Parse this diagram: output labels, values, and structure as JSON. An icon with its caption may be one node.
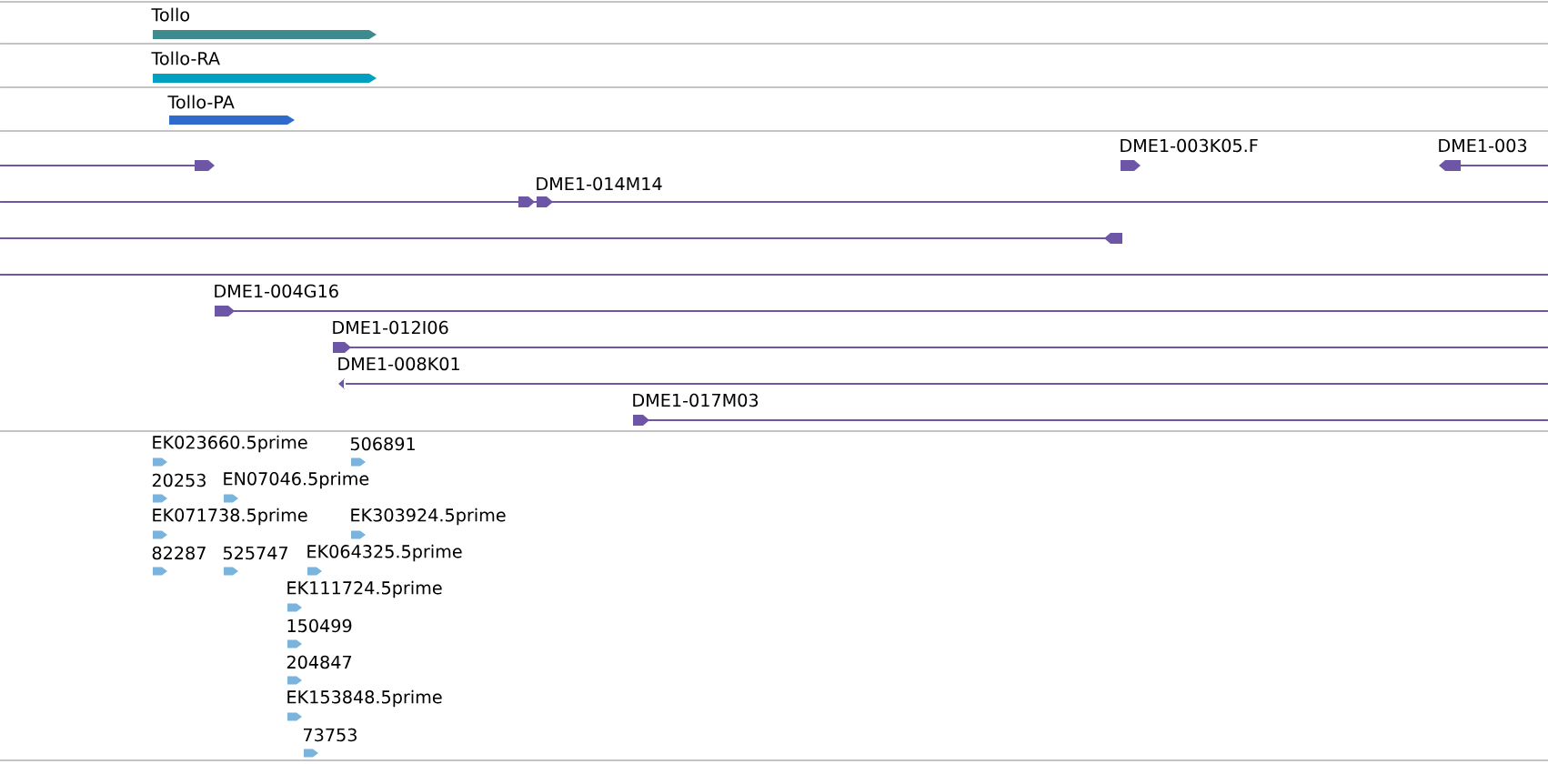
{
  "diagram": {
    "labels": [
      "Tollo",
      "Tollo-RA",
      "Tollo-PA",
      "DME1-003K05.F",
      "DME1-003",
      "DME1-014M14",
      "DME1-004G16",
      "DME1-012I06",
      "DME1-008K01",
      "DME1-017M03",
      "EK023660.5prime",
      "506891",
      "20253",
      "EN07046.5prime",
      "EK071738.5prime",
      "EK303924.5prime",
      "82287",
      "525747",
      "EK064325.5prime",
      "EK111724.5prime",
      "150499",
      "204847",
      "EK153848.5prime",
      "73753"
    ]
  }
}
